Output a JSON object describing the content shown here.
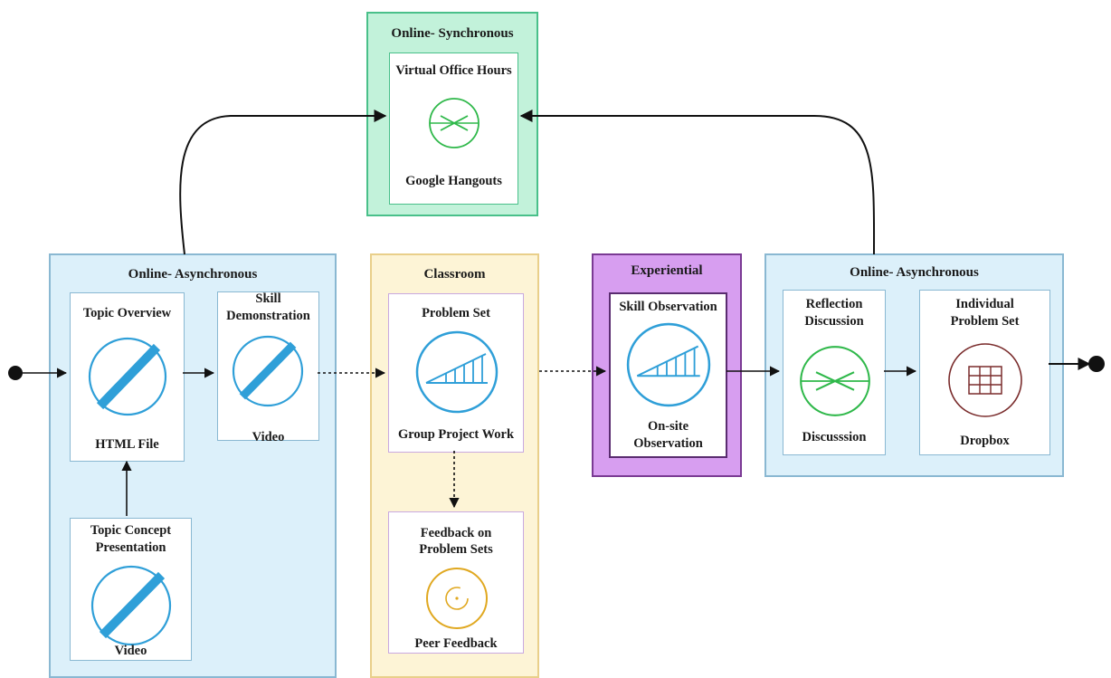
{
  "lanes": {
    "sync": {
      "title": "Online- Synchronous"
    },
    "async_left": {
      "title": "Online- Asynchronous"
    },
    "classroom": {
      "title": "Classroom"
    },
    "experiential": {
      "title": "Experiential"
    },
    "async_right": {
      "title": "Online- Asynchronous"
    }
  },
  "cards": {
    "virtual_office_hours": {
      "title": "Virtual Office Hours",
      "caption": "Google Hangouts",
      "icon": "converge-arrows-icon"
    },
    "topic_overview": {
      "title": "Topic Overview",
      "caption": "HTML File",
      "icon": "slash-circle-icon"
    },
    "skill_demonstration": {
      "title_line1": "Skill",
      "title_line2": "Demonstration",
      "caption": "Video",
      "icon": "slash-circle-icon"
    },
    "topic_concept": {
      "title_line1": "Topic Concept",
      "title_line2": "Presentation",
      "caption": "Video",
      "icon": "slash-circle-icon"
    },
    "problem_set": {
      "title": "Problem Set",
      "caption": "Group Project Work",
      "icon": "incline-ruler-icon"
    },
    "feedback": {
      "title_line1": "Feedback on",
      "title_line2": "Problem Sets",
      "caption": "Peer Feedback",
      "icon": "cycle-circle-icon"
    },
    "skill_observation": {
      "title": "Skill Observation",
      "caption_line1": "On-site",
      "caption_line2": "Observation",
      "icon": "incline-ruler-icon"
    },
    "reflection": {
      "title_line1": "Reflection",
      "title_line2": "Discussion",
      "caption": "Discusssion",
      "icon": "converge-arrows-icon"
    },
    "individual_problem_set": {
      "title_line1": "Individual",
      "title_line2": "Problem Set",
      "caption": "Dropbox",
      "icon": "grid-table-icon"
    }
  },
  "colors": {
    "async_fill": "#dcf0fa",
    "sync_fill": "#c2f2da",
    "classroom_fill": "#fdf4d6",
    "experiential_fill": "#d79ef0",
    "media_blue": "#2f9fd8",
    "discussion_green": "#2fb84a",
    "dropbox_brown": "#7a2c2c",
    "feedback_gold": "#e0a820"
  }
}
